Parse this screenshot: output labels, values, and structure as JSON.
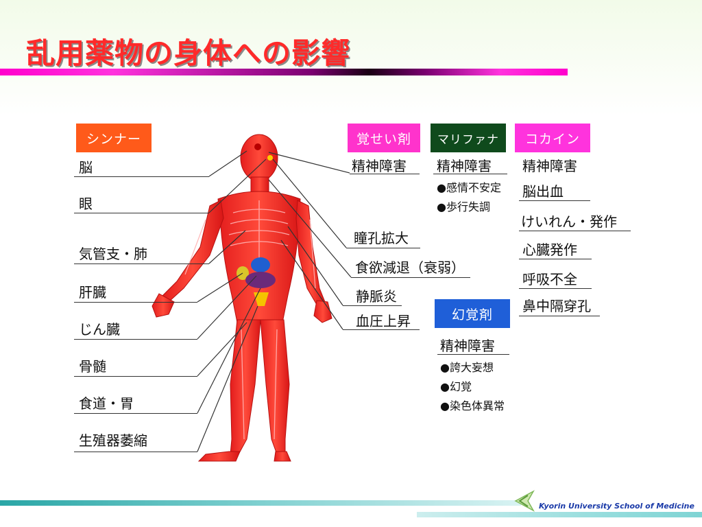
{
  "slide": {
    "title": "乱用薬物の身体への影響",
    "footer": "Kyorin University School of Medicine",
    "colors": {
      "title": "#ff2a2a",
      "accent_bar": "#ff00cc",
      "teal": "#2aa6a6"
    }
  },
  "left_column": {
    "header": "シンナー",
    "items": [
      "脳",
      "眼",
      "気管支・肺",
      "肝臓",
      "じん臓",
      "骨髄",
      "食道・胃",
      "生殖器萎縮"
    ]
  },
  "middle_column": {
    "items": [
      "瞳孔拡大",
      "食欲減退（衰弱）",
      "静脈炎",
      "血圧上昇"
    ]
  },
  "stimulant": {
    "header": "覚せい剤",
    "items": [
      "精神障害"
    ]
  },
  "marijuana": {
    "header": "マリファナ",
    "items": [
      "精神障害"
    ],
    "sub": [
      "●感情不安定",
      "●歩行失調"
    ]
  },
  "cocaine": {
    "header": "コカイン",
    "items": [
      "精神障害",
      "脳出血",
      "けいれん・発作",
      "心臓発作",
      "呼吸不全",
      "鼻中隔穿孔"
    ]
  },
  "hallucinogen": {
    "header": "幻覚剤",
    "items": [
      "精神障害"
    ],
    "sub": [
      "●誇大妄想",
      "●幻覚",
      "●染色体異常"
    ]
  },
  "icons": {
    "logo": "green-chevron-logo"
  }
}
